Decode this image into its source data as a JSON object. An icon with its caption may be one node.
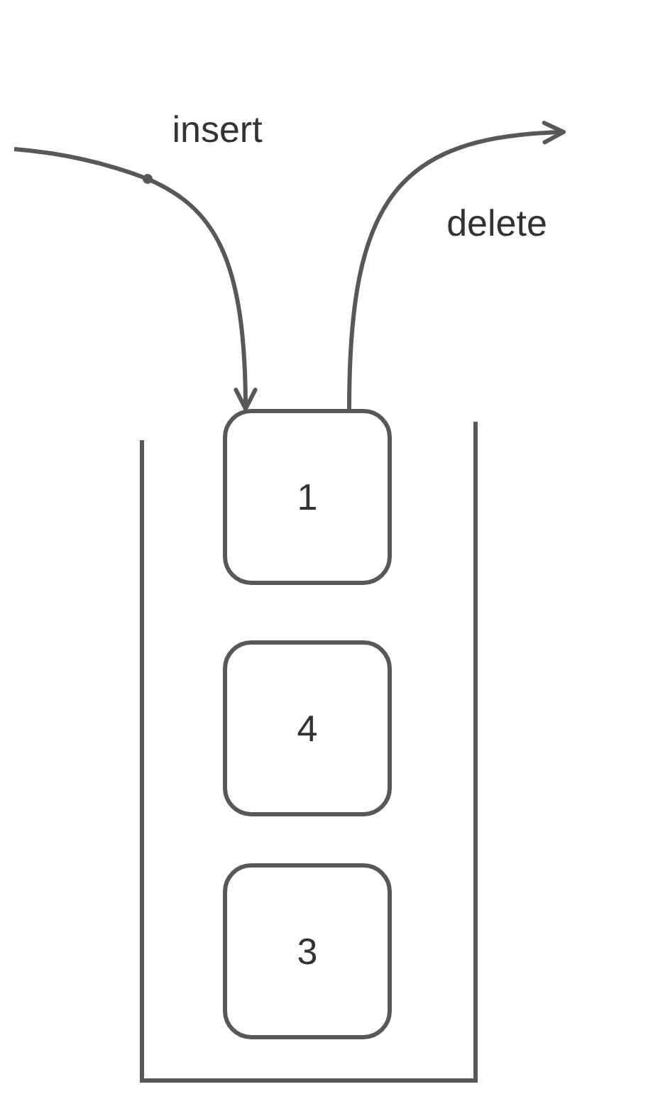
{
  "diagram": {
    "nodes": [
      {
        "text": [],
        "shape": "box"
      },
      {
        "text": [
          "1"
        ],
        "in": 0
      },
      {
        "text": [
          "4"
        ],
        "in": 0
      },
      {
        "text": [
          "3"
        ],
        "in": 0
      }
    ],
    "edges": [
      {
        "from": null,
        "to": 1,
        "arrow": "to",
        "label": "insert"
      },
      {
        "from": 1,
        "to": null,
        "arrow": "to",
        "label": "delete"
      }
    ]
  }
}
